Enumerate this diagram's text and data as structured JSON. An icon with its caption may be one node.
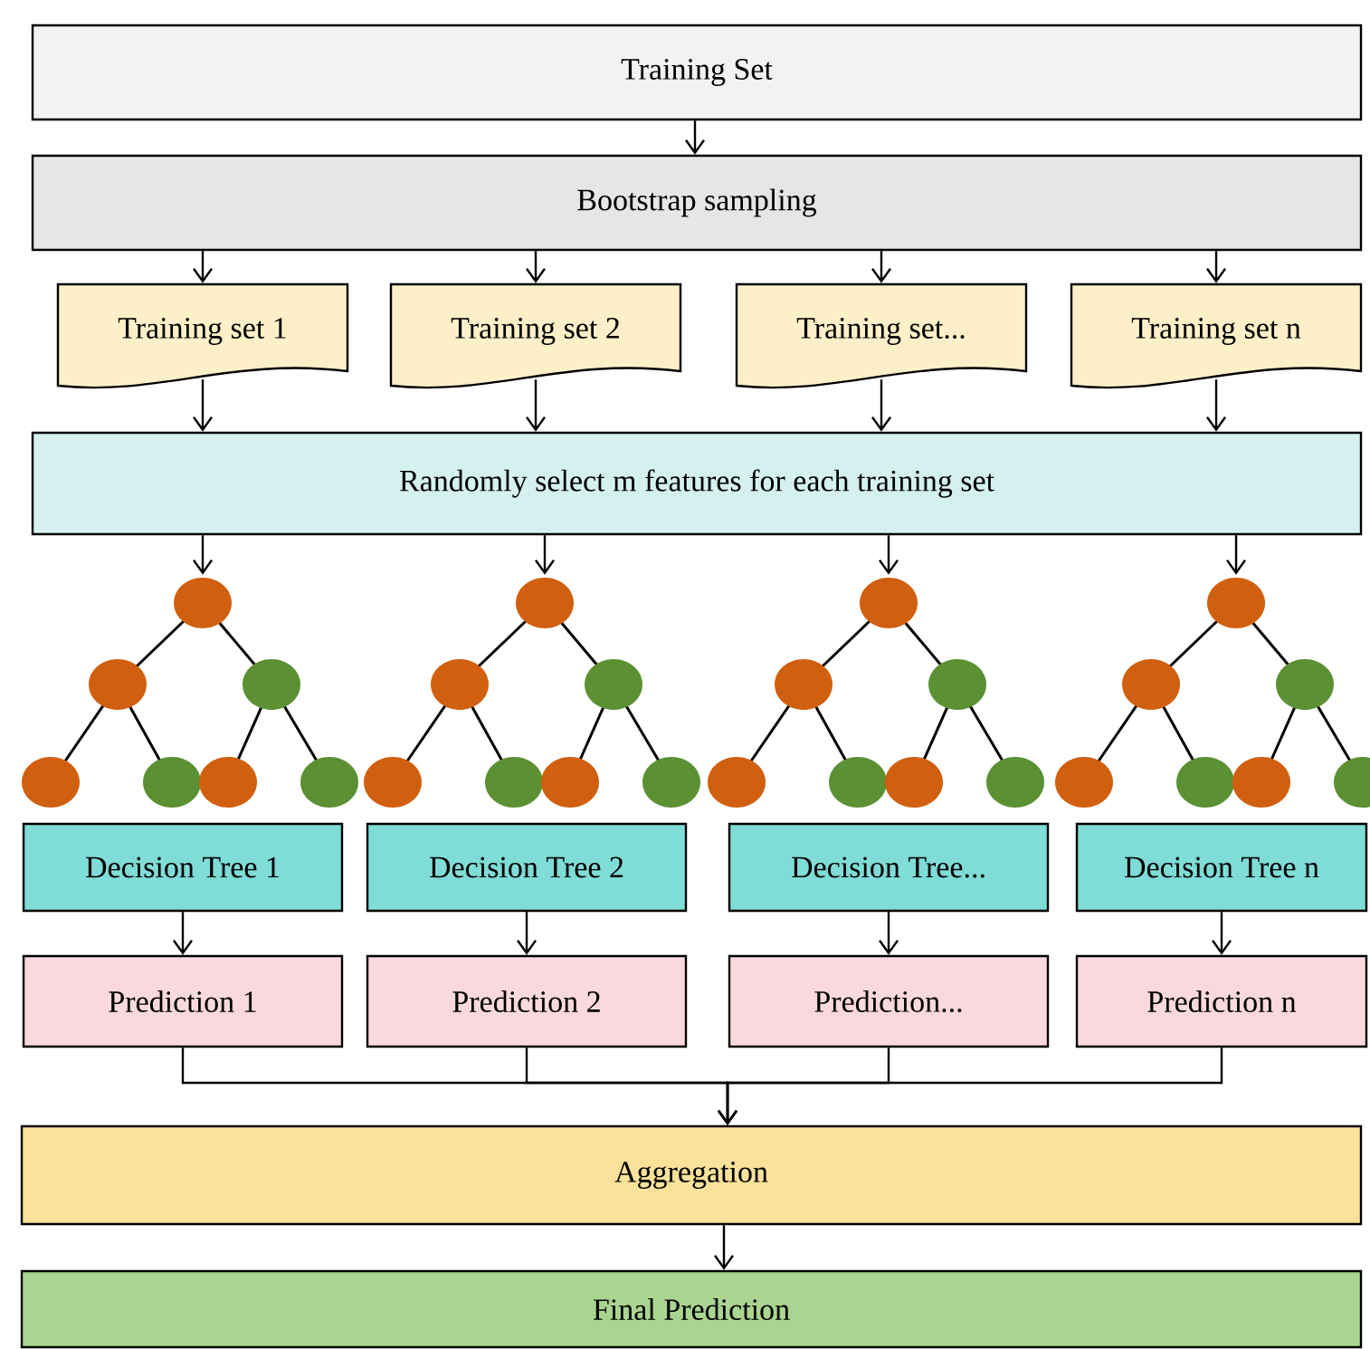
{
  "diagram": {
    "nodes": [
      {
        "text": [
          "Training Set"
        ]
      },
      {
        "text": [
          "Bootstrap sampling"
        ]
      },
      {
        "text": [
          "Training set 1"
        ]
      },
      {
        "text": [
          "Training set 2"
        ]
      },
      {
        "text": [
          "Training set..."
        ]
      },
      {
        "text": [
          "Training set n"
        ]
      },
      {
        "text": [
          "Randomly select m features for each training set"
        ]
      },
      {
        "text": [],
        "shape": "picture"
      },
      {
        "text": [],
        "shape": "picture"
      },
      {
        "text": [],
        "shape": "picture"
      },
      {
        "text": [],
        "shape": "picture"
      },
      {
        "text": [
          "Decision Tree 1"
        ]
      },
      {
        "text": [
          "Decision Tree 2"
        ]
      },
      {
        "text": [
          "Decision Tree..."
        ]
      },
      {
        "text": [
          "Decision Tree n"
        ]
      },
      {
        "text": [
          "Prediction 1"
        ]
      },
      {
        "text": [
          "Prediction 2"
        ]
      },
      {
        "text": [
          "Prediction..."
        ]
      },
      {
        "text": [
          "Prediction n"
        ]
      },
      {
        "text": [
          "Aggregation"
        ]
      },
      {
        "text": [
          "Final Prediction"
        ]
      }
    ],
    "edges": [
      {
        "from": 0,
        "to": 1,
        "arrow": "to"
      },
      {
        "from": 1,
        "to": 2,
        "arrow": "to"
      },
      {
        "from": 1,
        "to": 3,
        "arrow": "to"
      },
      {
        "from": 1,
        "to": 4,
        "arrow": "to"
      },
      {
        "from": 1,
        "to": 5,
        "arrow": "to"
      },
      {
        "from": 2,
        "to": 6,
        "arrow": "to"
      },
      {
        "from": 3,
        "to": 6,
        "arrow": "to"
      },
      {
        "from": 4,
        "to": 6,
        "arrow": "to"
      },
      {
        "from": 5,
        "to": 6,
        "arrow": "to"
      },
      {
        "from": 6,
        "to": 7,
        "arrow": "to"
      },
      {
        "from": 6,
        "to": 8,
        "arrow": "to"
      },
      {
        "from": 6,
        "to": 9,
        "arrow": "to"
      },
      {
        "from": 6,
        "to": 10,
        "arrow": "to"
      },
      {
        "from": 11,
        "to": 15,
        "arrow": "to"
      },
      {
        "from": 12,
        "to": 16,
        "arrow": "to"
      },
      {
        "from": 13,
        "to": 17,
        "arrow": "to"
      },
      {
        "from": 14,
        "to": 18,
        "arrow": "to"
      },
      {
        "from": 15,
        "to": 19,
        "arrow": "to"
      },
      {
        "from": 16,
        "to": 19,
        "arrow": "to"
      },
      {
        "from": 17,
        "to": 19,
        "arrow": "to"
      },
      {
        "from": 18,
        "to": 19,
        "arrow": "to"
      },
      {
        "from": 19,
        "to": 20,
        "arrow": "to"
      }
    ]
  }
}
